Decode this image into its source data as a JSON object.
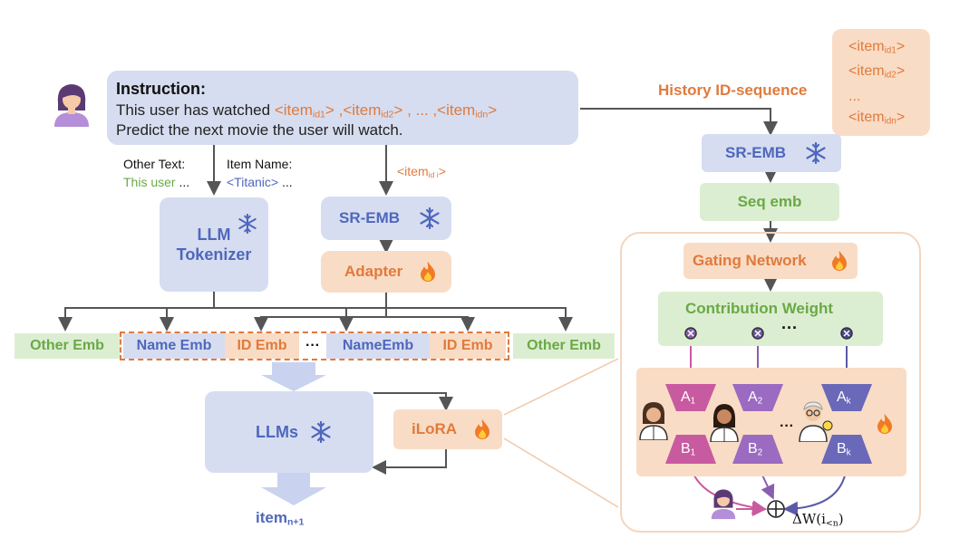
{
  "instruction": {
    "heading": "Instruction:",
    "line1_prefix": "This user has watched ",
    "item_base": "<item",
    "item_close": ">",
    "sub_id1": "id1",
    "sub_id2": "id2",
    "sub_idn": "idn",
    "sep_comma": " ,",
    "sep_dots": " , ... ,",
    "line2": "Predict the next movie the user will watch."
  },
  "history": {
    "label": "History ID-sequence",
    "items": [
      {
        "base": "<item",
        "sub": "id1",
        "close": ">"
      },
      {
        "base": "<item",
        "sub": "id2",
        "close": ">"
      },
      {
        "base": "...",
        "sub": "",
        "close": ""
      },
      {
        "base": "<item",
        "sub": "idn",
        "close": ">"
      }
    ]
  },
  "left_labels": {
    "other_text": "Other Text:",
    "other_text_example": "This user",
    "other_text_ellipsis": " ...",
    "item_name": "Item Name:",
    "item_name_example": "<Titanic>",
    "item_name_ellipsis": " ...",
    "item_id_base": "<item",
    "item_id_sub": "id i",
    "item_id_close": ">"
  },
  "blocks": {
    "llm_tokenizer": "LLM\nTokenizer",
    "sr_emb_left": "SR-EMB",
    "adapter": "Adapter",
    "sr_emb_right": "SR-EMB",
    "seq_emb": "Seq emb",
    "gating": "Gating Network",
    "contribution": "Contribution Weight",
    "contribution_dots": "···",
    "llms": "LLMs",
    "ilora": "iLoRA"
  },
  "embeddings": {
    "other_left": "Other Emb",
    "name": "Name Emb",
    "id": "ID Emb",
    "dots": "···",
    "name2": "NameEmb",
    "id2": "ID Emb",
    "other_right": "Other Emb"
  },
  "experts": {
    "a_base": "A",
    "b_base": "B",
    "subs": [
      "1",
      "2",
      "k"
    ],
    "dots": "···"
  },
  "output": {
    "item_base": "item",
    "item_sub": "n+1",
    "delta_w": "ΔW(i",
    "delta_sub": "<n",
    "delta_close": ")"
  },
  "colors": {
    "blue": "#4f67bd",
    "orange": "#e07a3c",
    "green": "#6aa946",
    "pink": "#c85aa0",
    "purple": "#8a5db0",
    "indigo": "#6a5aa8"
  }
}
